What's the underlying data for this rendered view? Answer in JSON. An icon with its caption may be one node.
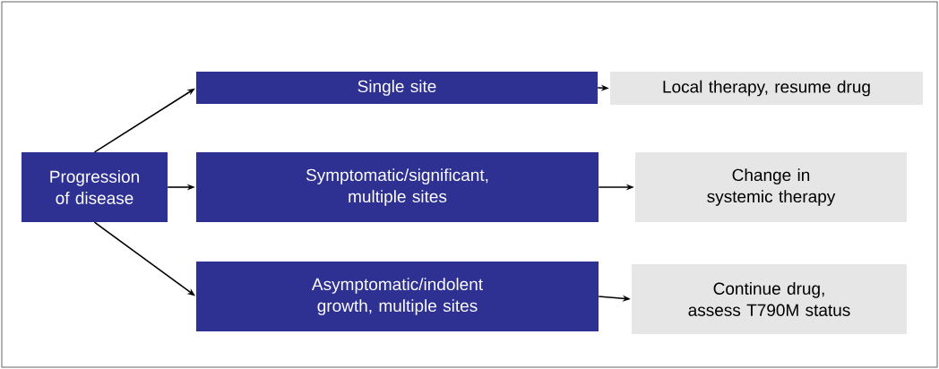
{
  "diagram": {
    "nodes": [
      {
        "text": [
          "Progression of disease"
        ]
      },
      {
        "text": [
          "Single site"
        ]
      },
      {
        "text": [
          "Symptomatic/significant, multiple sites"
        ]
      },
      {
        "text": [
          "Asymptomatic/indolent growth, multiple sites"
        ]
      },
      {
        "text": [
          "Local therapy, resume drug"
        ]
      },
      {
        "text": [
          "Change in systemic therapy"
        ]
      },
      {
        "text": [
          "Continue drug, assess T790M status"
        ]
      }
    ],
    "edges": [
      {
        "from": 0,
        "to": 1,
        "arrow": "to"
      },
      {
        "from": 0,
        "to": 2,
        "arrow": "to"
      },
      {
        "from": 0,
        "to": 3,
        "arrow": "to"
      },
      {
        "from": 1,
        "to": 4,
        "arrow": "to"
      },
      {
        "from": 2,
        "to": 5,
        "arrow": "to"
      },
      {
        "from": 3,
        "to": 6,
        "arrow": "to"
      }
    ]
  }
}
